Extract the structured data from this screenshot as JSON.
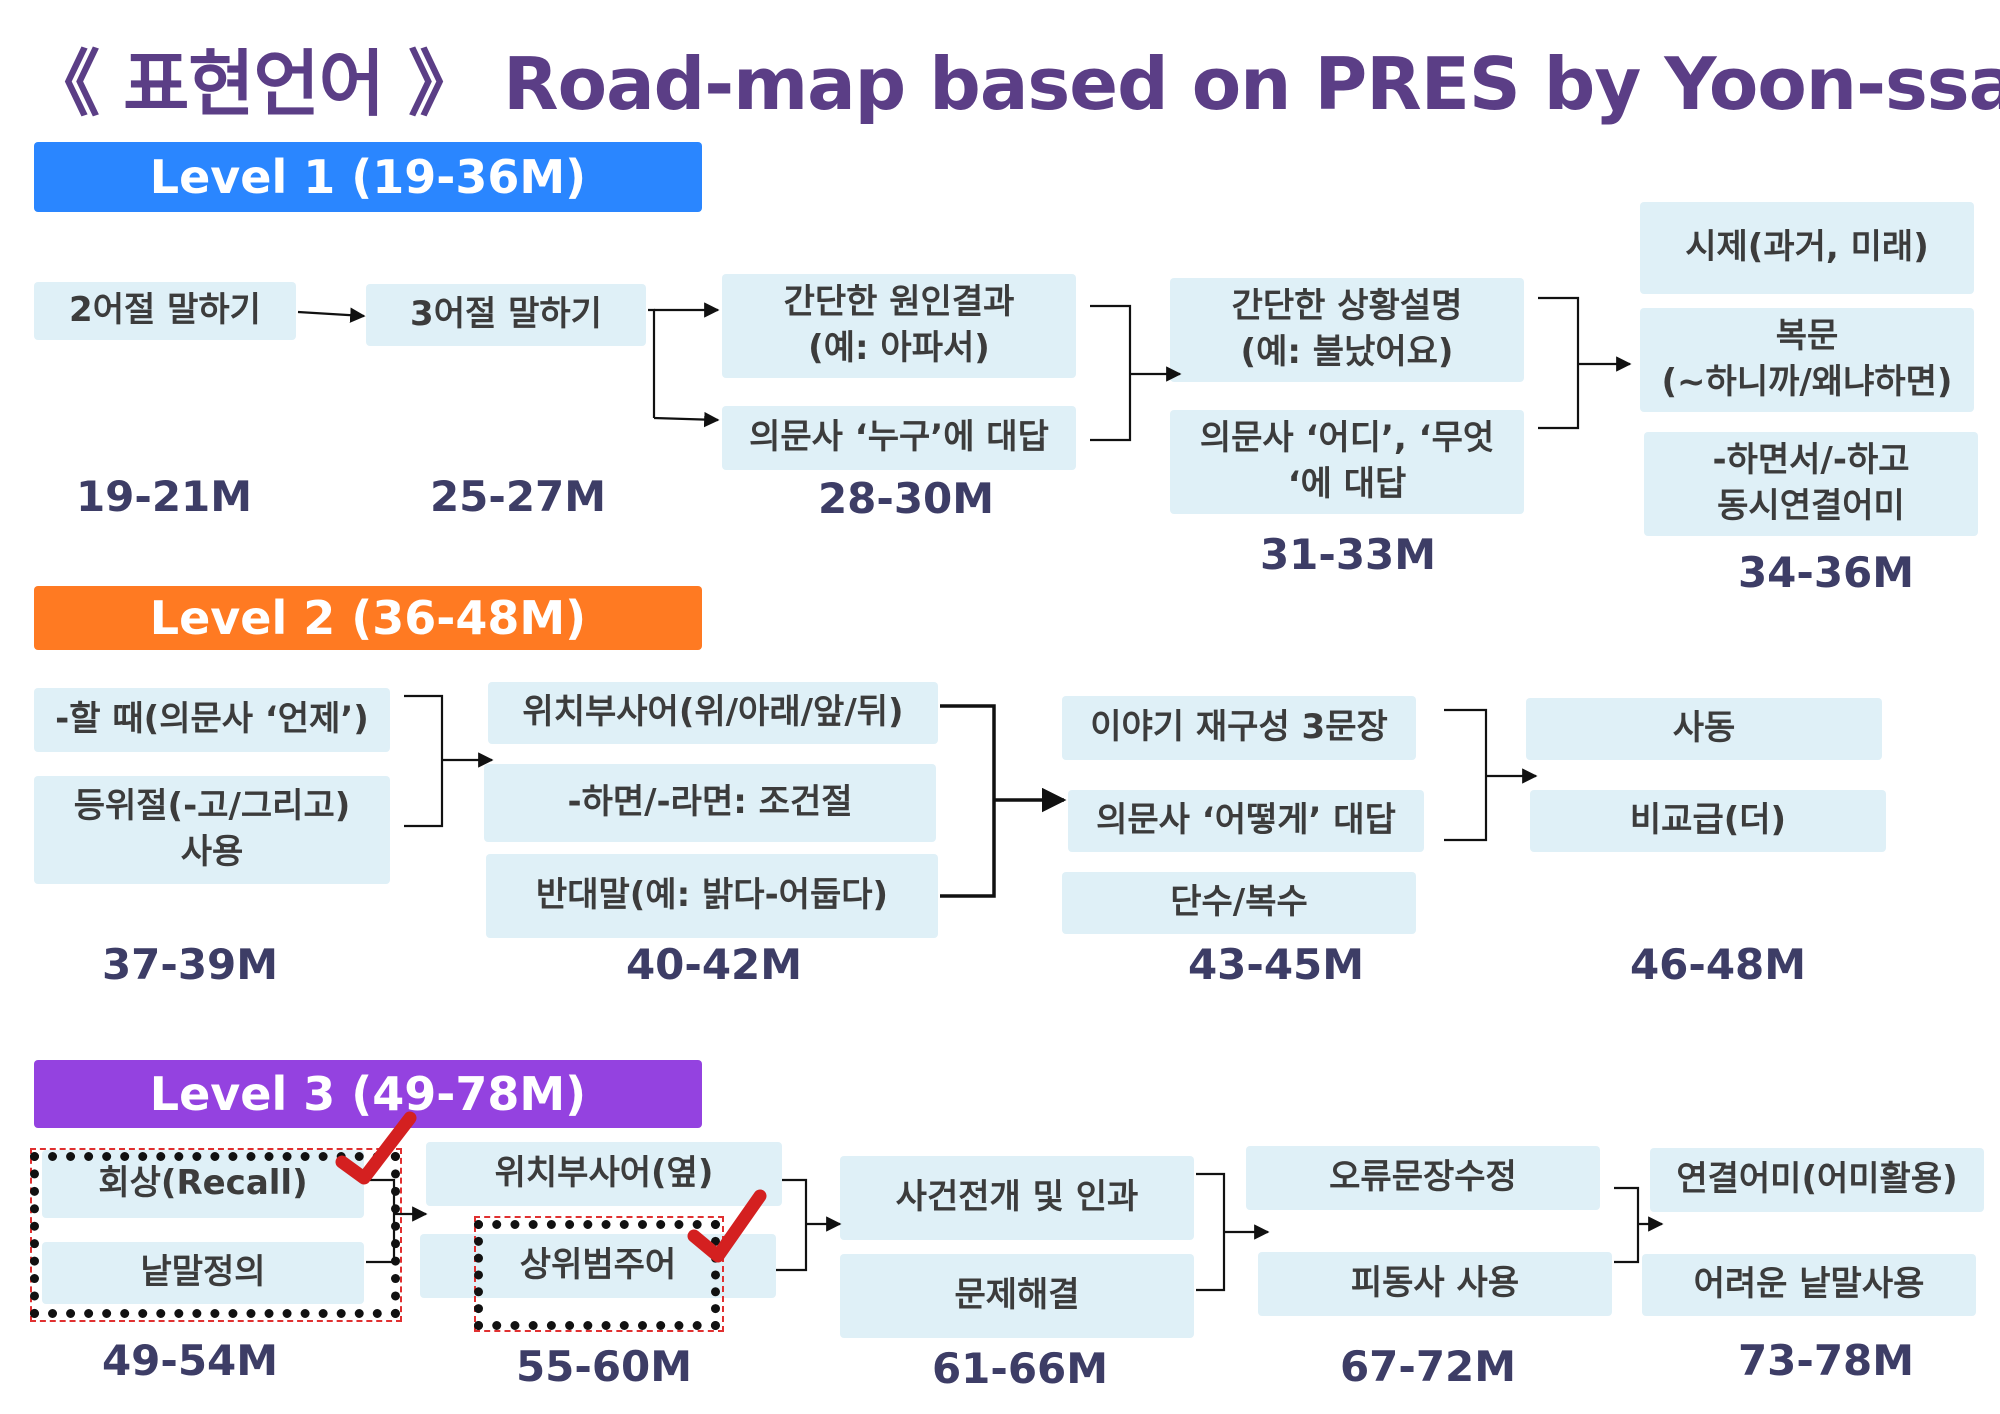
{
  "title": "《 표현언어 》 Road-map based on PRES by Yoon-ssam",
  "colors": {
    "level1": "#2a86ff",
    "level2": "#ff7a22",
    "level3": "#9442e0",
    "box": "#dff0f7",
    "age": "#3d3d66",
    "title": "#5b3e86",
    "check": "#d42020"
  },
  "level1": {
    "label": "Level 1 (19-36M)",
    "boxes": [
      "2어절 말하기",
      "3어절 말하기",
      "간단한 원인결과\n(예: 아파서)",
      "의문사 ‘누구’에 대답",
      "간단한 상황설명\n(예: 불났어요)",
      "의문사 ‘어디’, ‘무엇\n‘에 대답",
      "시제(과거, 미래)",
      "복문\n(~하니까/왜냐하면)",
      "-하면서/-하고\n동시연결어미"
    ],
    "ages": [
      "19-21M",
      "25-27M",
      "28-30M",
      "31-33M",
      "34-36M"
    ]
  },
  "level2": {
    "label": "Level 2 (36-48M)",
    "boxes": [
      "-할 때(의문사 ‘언제’)",
      "등위절(-고/그리고)\n사용",
      "위치부사어(위/아래/앞/뒤)",
      "-하면/-라면: 조건절",
      "반대말(예: 밝다-어둡다)",
      "이야기 재구성 3문장",
      "의문사 ‘어떻게’ 대답",
      "단수/복수",
      "사동",
      "비교급(더)"
    ],
    "ages": [
      "37-39M",
      "40-42M",
      "43-45M",
      "46-48M"
    ]
  },
  "level3": {
    "label": "Level 3 (49-78M)",
    "boxes": [
      "회상(Recall)",
      "낱말정의",
      "위치부사어(옆)",
      "상위범주어",
      "사건전개 및 인과",
      "문제해결",
      "오류문장수정",
      "피동사 사용",
      "연결어미(어미활용)",
      "어려운 낱말사용"
    ],
    "ages": [
      "49-54M",
      "55-60M",
      "61-66M",
      "67-72M",
      "73-78M"
    ]
  }
}
